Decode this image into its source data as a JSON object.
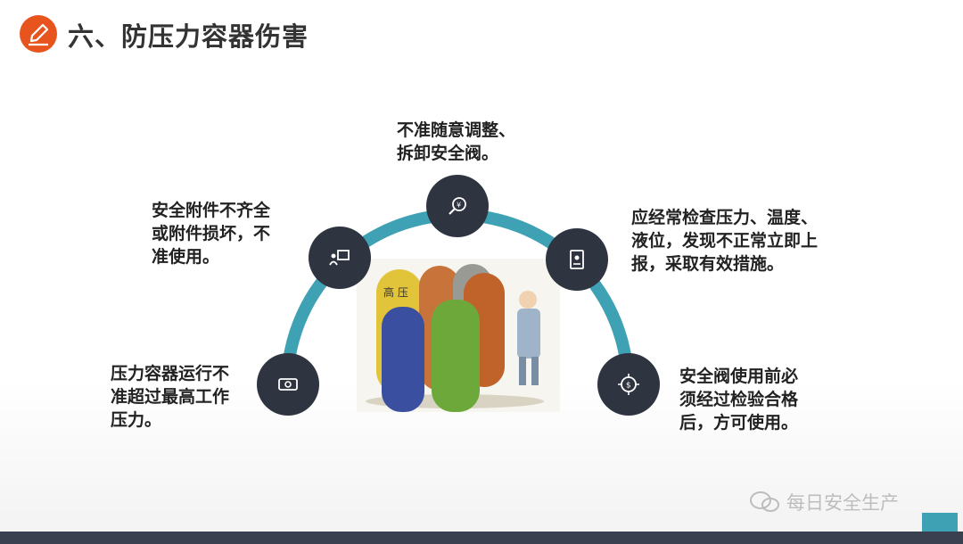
{
  "title": "六、防压力容器伤害",
  "items": [
    {
      "text": "压力容器运行不\n准超过最高工作\n压力。",
      "icon": "cash-icon"
    },
    {
      "text": "安全附件不齐全\n或附件损坏，不\n准使用。",
      "icon": "presentation-icon"
    },
    {
      "text": "不准随意调整、\n拆卸安全阀。",
      "icon": "yen-search-icon"
    },
    {
      "text": "应经常检查压力、温度、\n液位，发现不正常立即上\n报，采取有效措施。",
      "icon": "id-card-icon"
    },
    {
      "text": "安全阀使用前必\n须经过检验合格\n后，方可使用。",
      "icon": "target-coin-icon"
    }
  ],
  "photo": {
    "cylinder_label": "高 压"
  },
  "watermark": "每日安全生产",
  "colors": {
    "accent": "#3fa2b4",
    "node": "#2f3441",
    "title_icon": "#e8541e"
  }
}
